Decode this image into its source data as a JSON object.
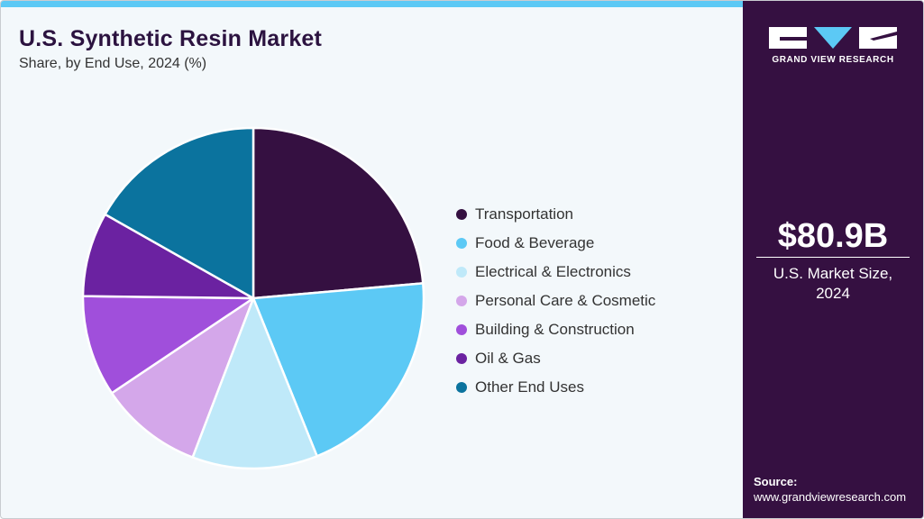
{
  "header": {
    "title": "U.S. Synthetic Resin Market",
    "subtitle": "Share, by End Use, 2024 (%)"
  },
  "chart_data": {
    "type": "pie",
    "categories": [
      "Transportation",
      "Food & Beverage",
      "Electrical & Electronics",
      "Personal Care & Cosmetic",
      "Building & Construction",
      "Oil & Gas",
      "Other End Uses"
    ],
    "values": [
      23.6,
      20.3,
      11.9,
      9.8,
      9.6,
      8.0,
      16.8
    ],
    "colors": [
      "#351041",
      "#5cc9f5",
      "#bfe9f9",
      "#d4a7ea",
      "#a04fdb",
      "#6b22a1",
      "#0b739e"
    ],
    "start_angle": "12 o'clock",
    "direction": "clockwise",
    "legend_position": "right"
  },
  "sidebar": {
    "logo_icon": "grand-view-research-logo",
    "logo_text": "GRAND VIEW RESEARCH",
    "market_value": "$80.9B",
    "market_label": "U.S. Market Size, 2024",
    "source_label": "Source:",
    "source_url": "www.grandviewresearch.com"
  }
}
